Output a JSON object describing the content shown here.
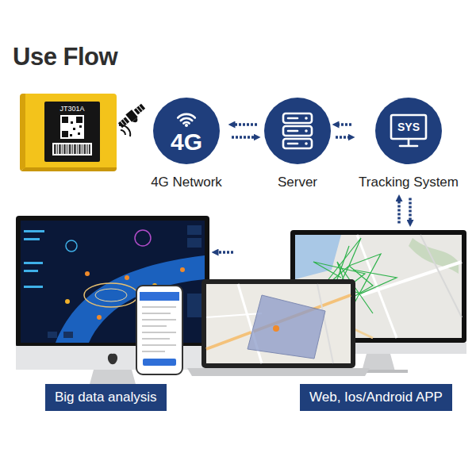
{
  "diagram": {
    "title": "Use Flow",
    "nodes": [
      {
        "text": [
          "JT301A"
        ]
      },
      {
        "text": [
          "4G",
          "4G Network"
        ]
      },
      {
        "text": [
          "Server"
        ]
      },
      {
        "text": [
          "SYS",
          "Tracking System"
        ]
      },
      {
        "text": [
          "Big data analysis"
        ]
      },
      {
        "text": [
          "Web, Ios/Android APP"
        ]
      }
    ],
    "edges": [
      {
        "from": 1,
        "to": 2,
        "arrow": "both"
      },
      {
        "from": 2,
        "to": 3,
        "arrow": "both"
      },
      {
        "from": 3,
        "to": 5,
        "arrow": "both"
      },
      {
        "from": 5,
        "to": 4,
        "arrow": "to"
      }
    ]
  }
}
